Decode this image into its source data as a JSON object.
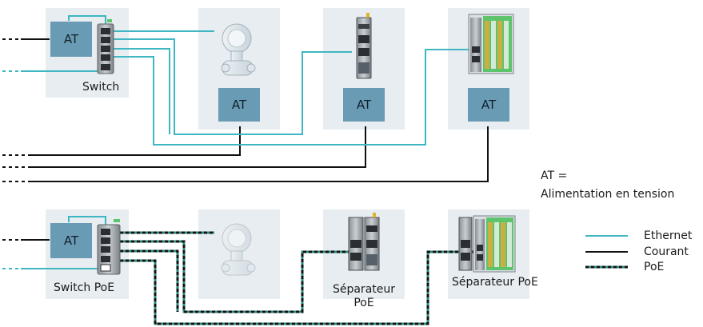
{
  "at_label": "AT",
  "switch_label": "Switch",
  "switch_poe_label": "Switch PoE",
  "separateur_1_line1": "Séparateur",
  "separateur_1_line2": "PoE",
  "separateur_2_label": "Séparateur PoE",
  "definition_term": "AT =",
  "definition_text": "Alimentation en tension",
  "legend": {
    "ethernet": "Ethernet",
    "courant": "Courant",
    "poe": "PoE"
  },
  "colors": {
    "ethernet": "#3fb7c2",
    "courant": "#111111",
    "poe_dash": "#111111",
    "poe_base": "#2a8a7e",
    "panel_bg": "#e7edf1",
    "at_box": "#6a9bb4",
    "device_green": "#5ec46b"
  },
  "icons": {
    "switch": "ethernet-switch-icon",
    "flowmeter": "flowmeter-icon",
    "controller": "io-module-icon",
    "plc": "plc-module-icon"
  }
}
